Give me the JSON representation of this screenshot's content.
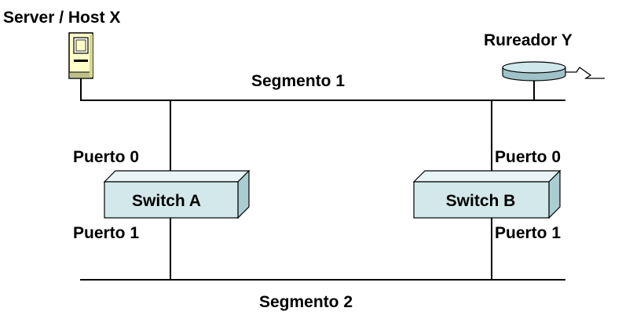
{
  "host": {
    "label": "Server / Host X",
    "icon": "server-icon"
  },
  "router": {
    "label": "Rureador Y",
    "icon": "router-icon"
  },
  "segments": {
    "top": "Segmento 1",
    "bottom": "Segmento 2"
  },
  "switch_a": {
    "label": "Switch A",
    "port_top": "Puerto 0",
    "port_bottom": "Puerto 1"
  },
  "switch_b": {
    "label": "Switch B",
    "port_top": "Puerto 0",
    "port_bottom": "Puerto 1"
  },
  "colors": {
    "switch_fill": "#d3e8ea",
    "switch_top": "#e8f4f5",
    "switch_side": "#a9cdd1",
    "host_fill": "#ffffc8",
    "router_fill": "#cfe6ea",
    "line": "#000000"
  }
}
